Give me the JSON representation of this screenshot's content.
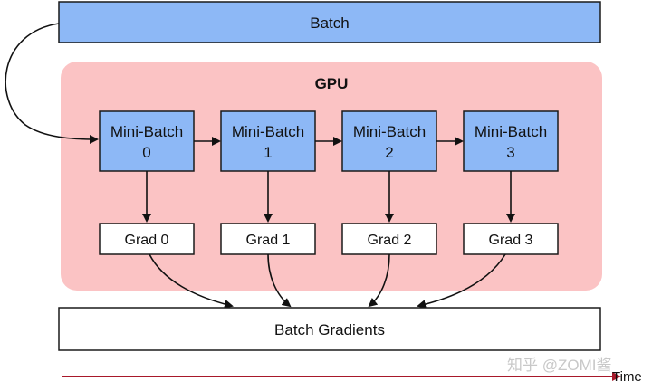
{
  "batch": {
    "label": "Batch"
  },
  "gpu": {
    "label": "GPU"
  },
  "mini_batches": [
    {
      "line1": "Mini-Batch",
      "line2": "0"
    },
    {
      "line1": "Mini-Batch",
      "line2": "1"
    },
    {
      "line1": "Mini-Batch",
      "line2": "2"
    },
    {
      "line1": "Mini-Batch",
      "line2": "3"
    }
  ],
  "grads": [
    {
      "label": "Grad 0"
    },
    {
      "label": "Grad 1"
    },
    {
      "label": "Grad 2"
    },
    {
      "label": "Grad 3"
    }
  ],
  "batch_gradients": {
    "label": "Batch Gradients"
  },
  "timeline": {
    "label": "Time"
  },
  "watermark": {
    "text": "知乎 @ZOMI酱"
  },
  "colors": {
    "blue_fill": "#8db8f6",
    "box_stroke": "#1a1a1a",
    "gpu_fill": "#fbc3c4",
    "time_arrow": "#a8182a"
  }
}
